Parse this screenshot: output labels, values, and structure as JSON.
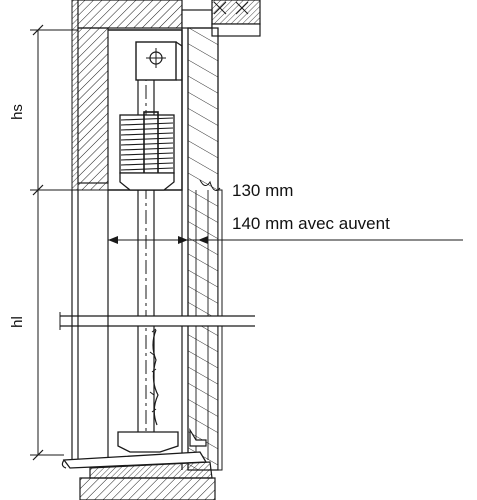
{
  "labels": {
    "hs": "hs",
    "hl": "hl",
    "dim_main": "130 mm",
    "dim_awning": "140 mm avec auvent"
  },
  "colors": {
    "ink": "#1a1a1a",
    "paper": "#ffffff",
    "dim_line": "#555555"
  }
}
